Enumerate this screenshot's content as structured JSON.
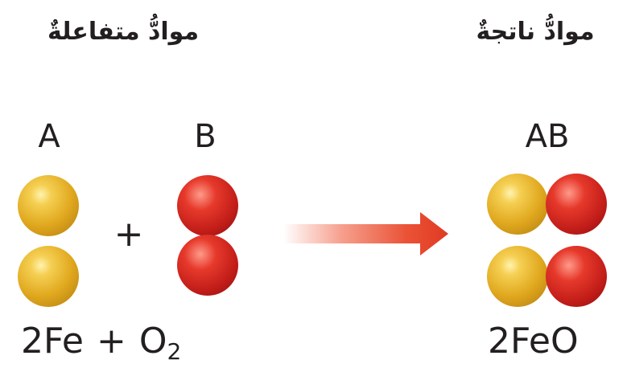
{
  "headings": {
    "reactants": "موادُّ متفاعلةٌ",
    "products": "موادُّ ناتجةٌ"
  },
  "labels": {
    "a": "A",
    "b": "B",
    "ab": "AB",
    "plus": "+"
  },
  "equation": {
    "reactant_1": "2Fe",
    "plus": "+",
    "reactant_2_symbol": "O",
    "reactant_2_subscript": "2",
    "product": "2FeO"
  },
  "colors": {
    "iron_atom": "#e0a81e",
    "oxygen_atom": "#c21d19",
    "arrow": "#e8452c"
  },
  "icons": {
    "atom": "sphere",
    "arrow": "right-arrow"
  }
}
